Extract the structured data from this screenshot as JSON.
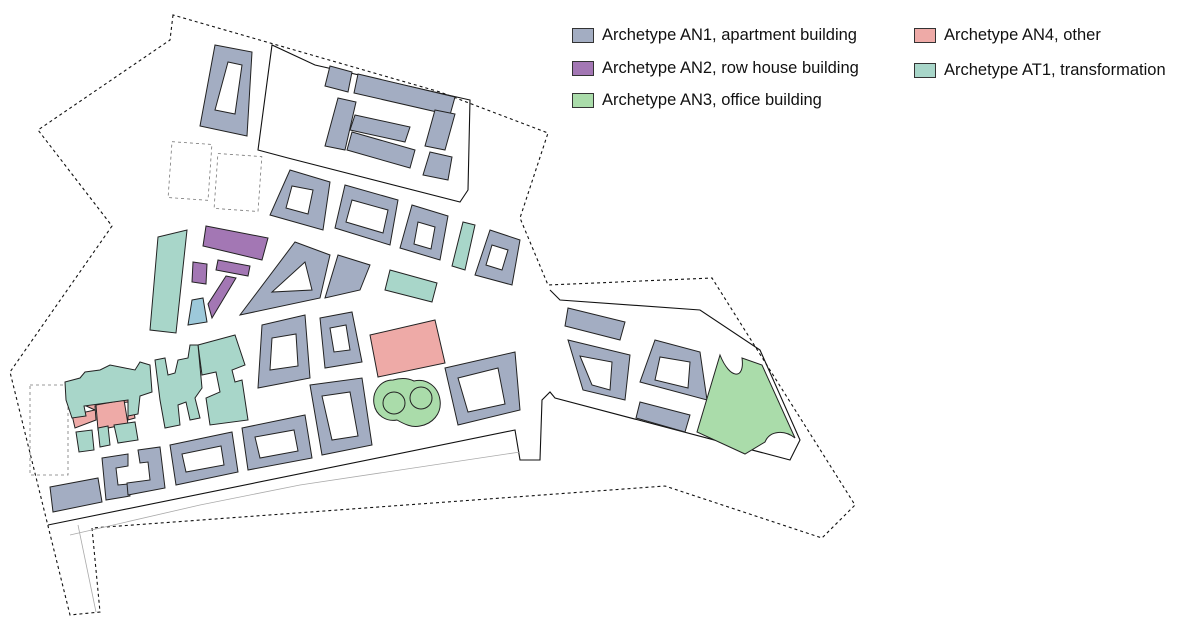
{
  "colors": {
    "AN1": "#a3adc2",
    "AN2": "#a377b4",
    "AN3": "#aadcaa",
    "AN4": "#eeaaa7",
    "AT1": "#a8d6c9",
    "AT1_blue": "#9dc9da",
    "outline": "#222222"
  },
  "legend": [
    {
      "id": "AN1",
      "label": "Archetype AN1, apartment building"
    },
    {
      "id": "AN2",
      "label": "Archetype AN2, row house building"
    },
    {
      "id": "AN3",
      "label": "Archetype AN3, office building"
    },
    {
      "id": "AN4",
      "label": "Archetype AN4, other"
    },
    {
      "id": "AT1",
      "label": "Archetype AT1, transformation"
    }
  ]
}
